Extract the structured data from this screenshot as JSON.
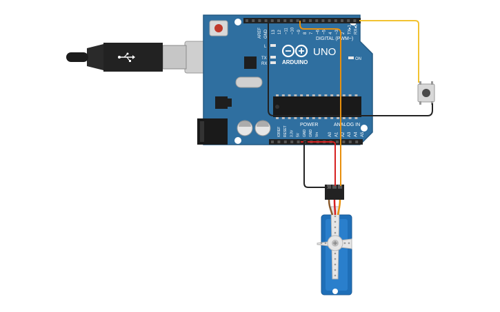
{
  "board": {
    "brand": "ARDUINO",
    "model": "UNO",
    "digital_header_label": "DIGITAL (PWM~)",
    "power_header_label": "POWER",
    "analog_header_label": "ANALOG IN",
    "on_label": "ON",
    "l_label": "L",
    "tx_label": "TX",
    "rx_label": "RX",
    "aref_label": "AREF",
    "gnd_label": "GND",
    "digital_pins": [
      "13",
      "12",
      "~11",
      "~10",
      "~9",
      "8",
      "7",
      "~6",
      "~5",
      "4",
      "~3",
      "2",
      "TX▸1",
      "RX◂0"
    ],
    "power_pins": [
      "IOREF",
      "RESET",
      "3.3V",
      "5V",
      "GND",
      "GND",
      "Vin"
    ],
    "analog_pins": [
      "A0",
      "A1",
      "A2",
      "A3",
      "A4",
      "A5"
    ]
  },
  "colors": {
    "board": "#2f6fa0",
    "board_edge": "#245a83",
    "usb_cable": "#222222",
    "usb_metal": "#bdbdbd",
    "wire_yellow": "#f2c230",
    "wire_orange": "#e8900c",
    "wire_red": "#d61f1f",
    "wire_black": "#222222",
    "servo_body": "#1f6fb8",
    "servo_horn": "#e6e6e6",
    "button_body": "#d8d8d8"
  },
  "components": {
    "usb_cable_icon": "usb-plug-icon",
    "pushbutton_icon": "pushbutton-icon",
    "servo_icon": "servo-motor-icon",
    "reset_button_icon": "reset-button-icon"
  }
}
